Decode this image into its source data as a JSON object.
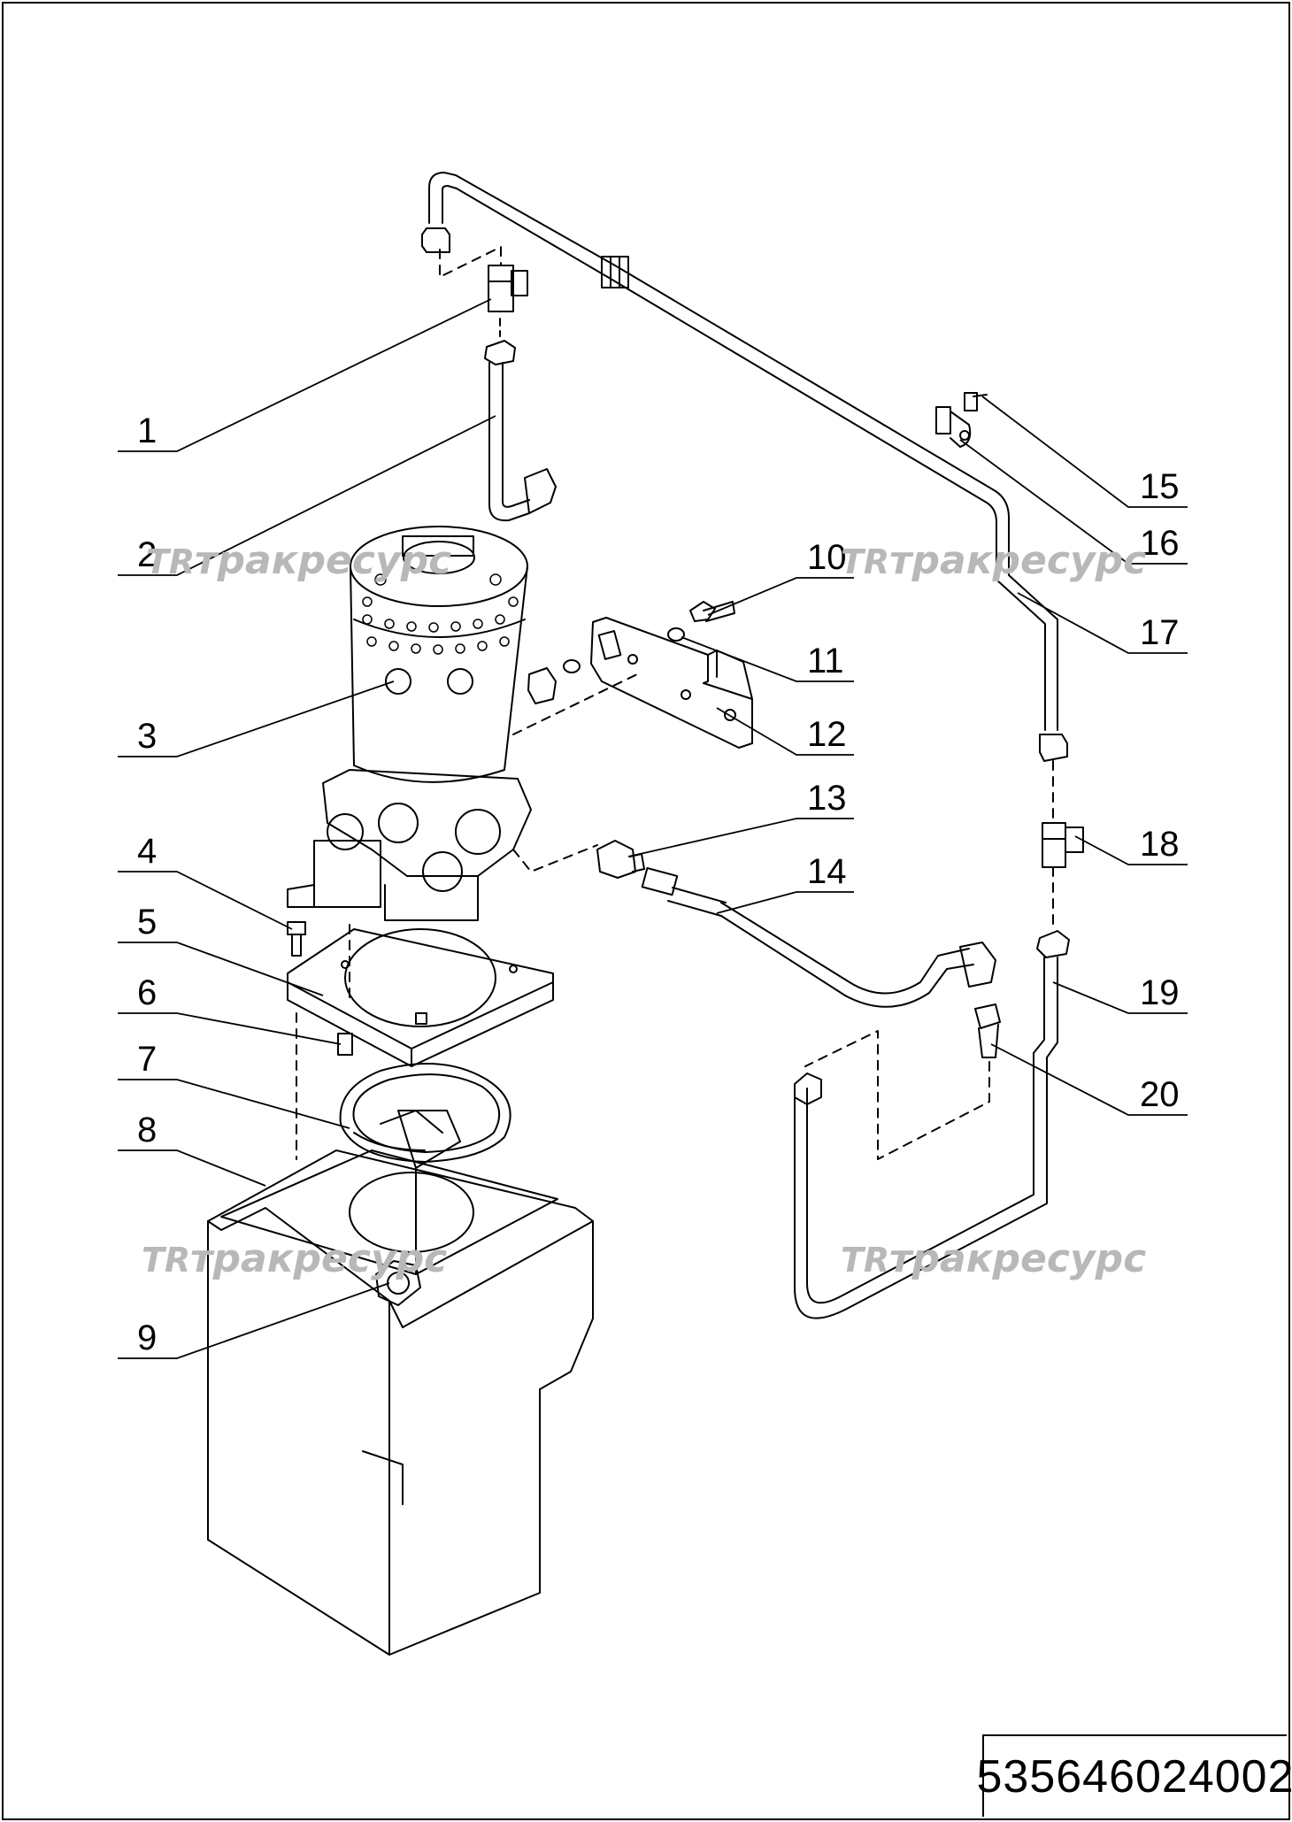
{
  "document": {
    "part_number": "535646024002",
    "watermark_text": "тракресурс",
    "watermark_logo": "TR"
  },
  "callouts": [
    "1",
    "2",
    "3",
    "4",
    "5",
    "6",
    "7",
    "8",
    "9",
    "10",
    "11",
    "12",
    "13",
    "14",
    "15",
    "16",
    "17",
    "18",
    "19",
    "20"
  ]
}
